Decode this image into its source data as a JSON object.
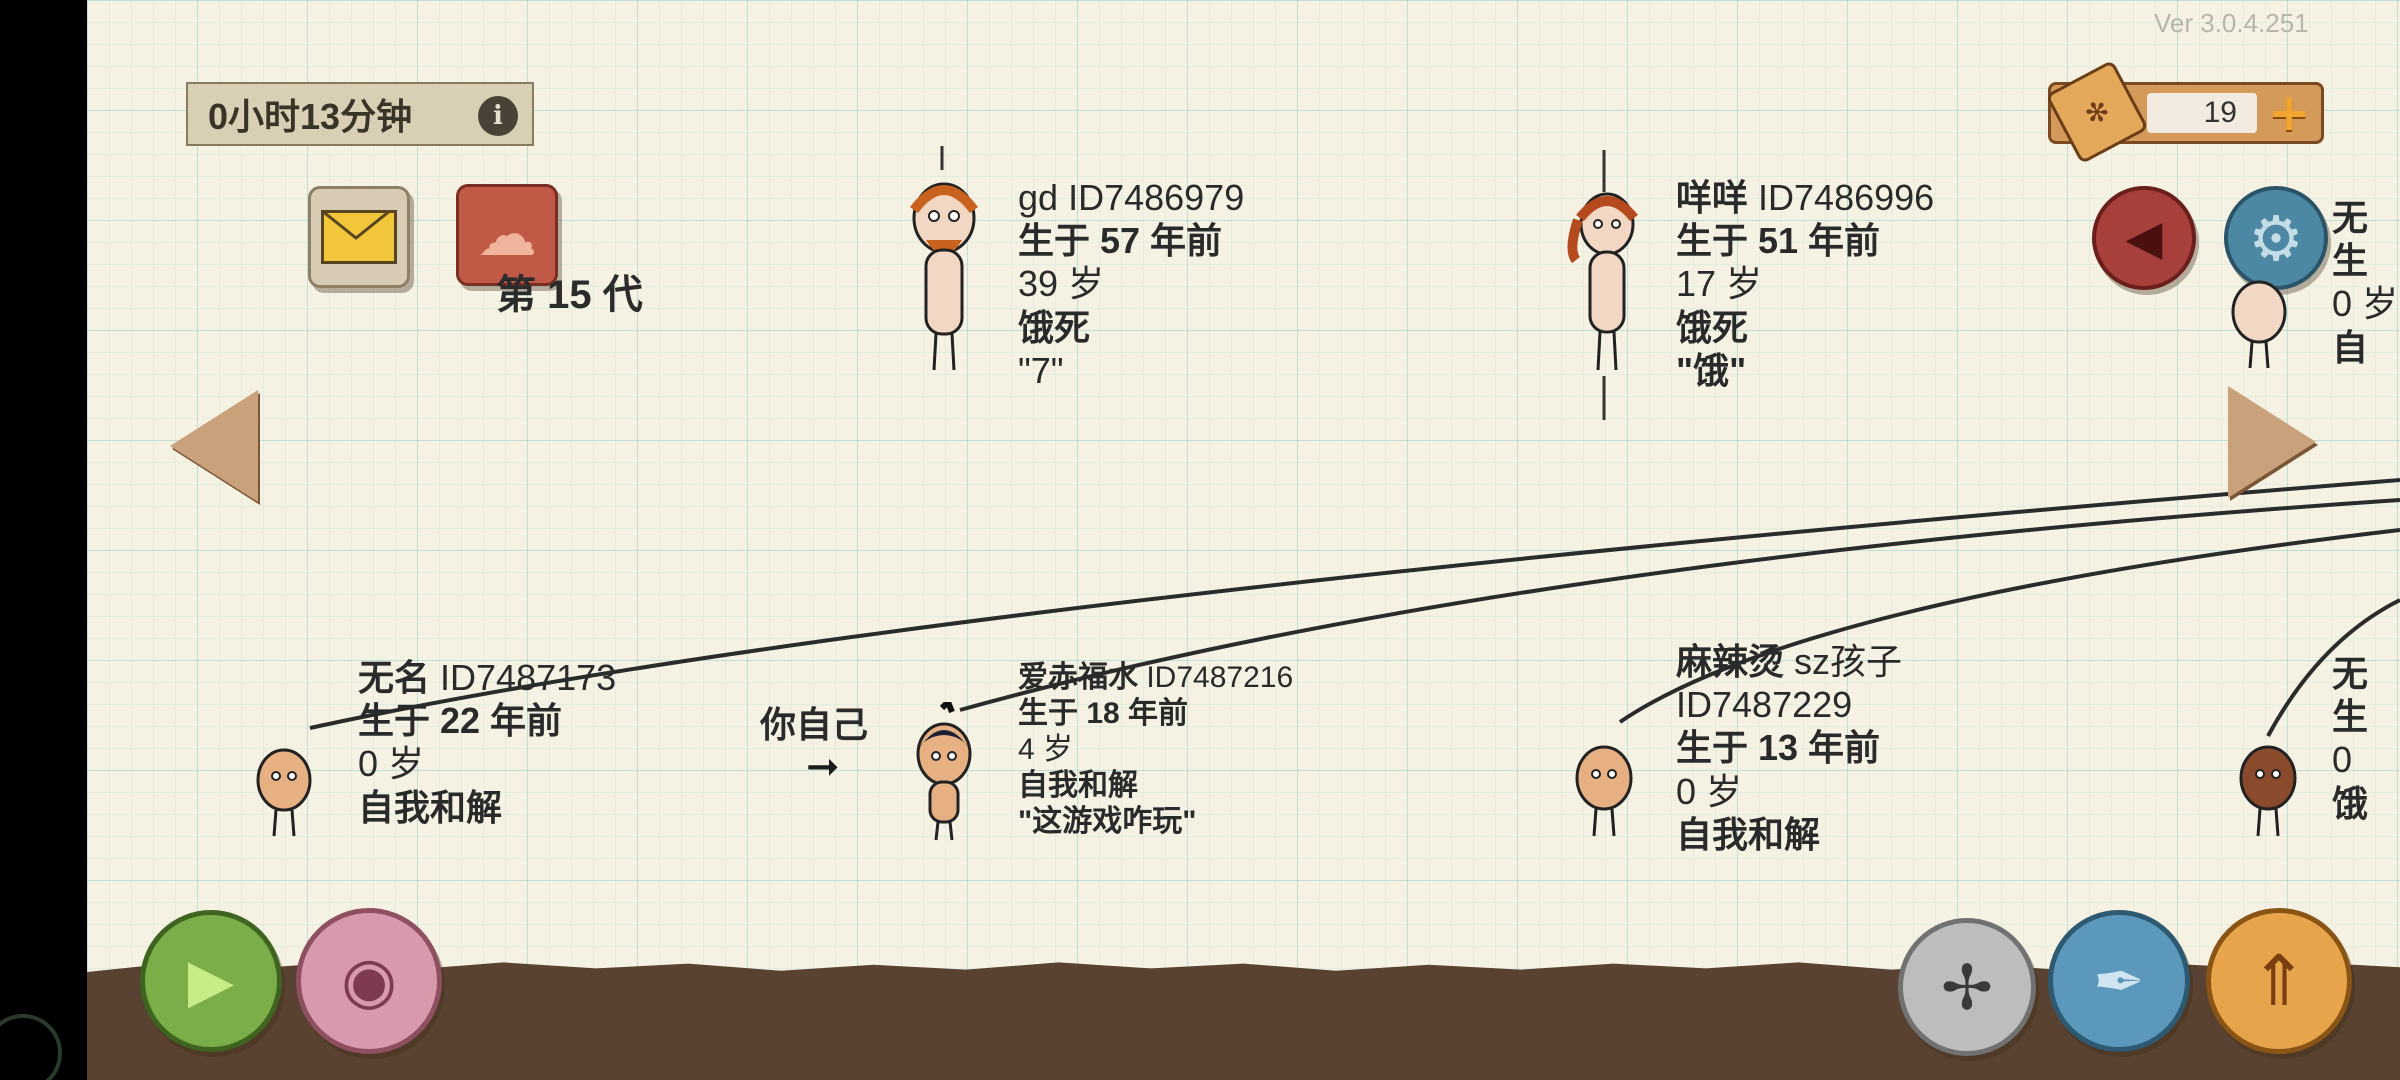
{
  "version": "Ver 3.0.4.251",
  "timer": {
    "text": "0小时13分钟",
    "info_glyph": "i"
  },
  "coins": {
    "count": "19",
    "plus": "+"
  },
  "generation": "第 15 代",
  "you_label": "你自己",
  "ancestors": [
    {
      "name": "gd",
      "id": "ID7486979",
      "born": "生于 57 年前",
      "age": "39 岁",
      "death": "饿死",
      "quote": "\"7\""
    },
    {
      "name": "咩咩",
      "id": "ID7486996",
      "born": "生于 51 年前",
      "age": "17 岁",
      "death": "饿死",
      "quote": "\"饿\""
    },
    {
      "name": "无",
      "born": "生",
      "age": "0 岁",
      "death": "自"
    }
  ],
  "children": [
    {
      "name": "无名",
      "id": "ID7487173",
      "born": "生于 22 年前",
      "age": "0 岁",
      "death": "自我和解"
    },
    {
      "name": "爱赤福水",
      "id": "ID7487216",
      "born": "生于 18 年前",
      "age": "4 岁",
      "death": "自我和解",
      "quote": "\"这游戏咋玩\""
    },
    {
      "name": "麻辣烫",
      "name2": "sz孩子",
      "id": "ID7487229",
      "born": "生于 13 年前",
      "age": "0 岁",
      "death": "自我和解"
    },
    {
      "name": "无",
      "born": "生",
      "age": "0",
      "death": "饿"
    }
  ],
  "icons": {
    "mail": "envelope-icon",
    "cloud": "cloud-upload-icon",
    "sound": "speaker-icon",
    "gear": "gear-icon",
    "play": "play-icon",
    "eye": "eye-icon",
    "puppet": "puppet-icon",
    "scroll": "scroll-quill-icon",
    "up": "winged-arrow-icon"
  },
  "colors": {
    "paper": "#f5f2e3",
    "ground": "#5a4232",
    "grid": "#78c8be"
  }
}
